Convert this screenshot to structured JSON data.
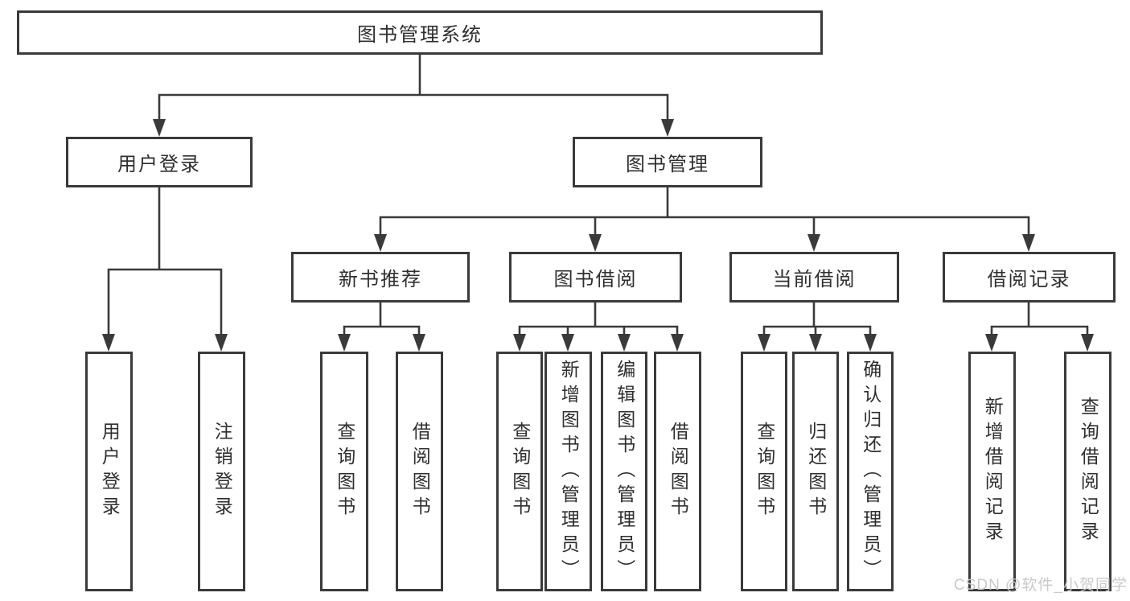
{
  "diagram": {
    "root": {
      "label": "图书管理系统"
    },
    "branches": [
      {
        "label": "用户登录",
        "children": [
          {
            "label": "用户登录"
          },
          {
            "label": "注销登录"
          }
        ]
      },
      {
        "label": "图书管理",
        "children": [
          {
            "label": "新书推荐",
            "children": [
              {
                "label": "查询图书"
              },
              {
                "label": "借阅图书"
              }
            ]
          },
          {
            "label": "图书借阅",
            "children": [
              {
                "label": "查询图书"
              },
              {
                "label": "新增图书（管理员）"
              },
              {
                "label": "编辑图书（管理员）"
              },
              {
                "label": "借阅图书"
              }
            ]
          },
          {
            "label": "当前借阅",
            "children": [
              {
                "label": "查询图书"
              },
              {
                "label": "归还图书"
              },
              {
                "label": "确认归还（管理员）"
              }
            ]
          },
          {
            "label": "借阅记录",
            "children": [
              {
                "label": "新增借阅记录"
              },
              {
                "label": "查询借阅记录"
              }
            ]
          }
        ]
      }
    ],
    "watermark": "CSDN @软件_小贺同学",
    "colors": {
      "line": "#3a3a3a",
      "box_background": "#ffffff",
      "text": "#2f2f2f",
      "watermark": "#c9c9c9"
    }
  }
}
